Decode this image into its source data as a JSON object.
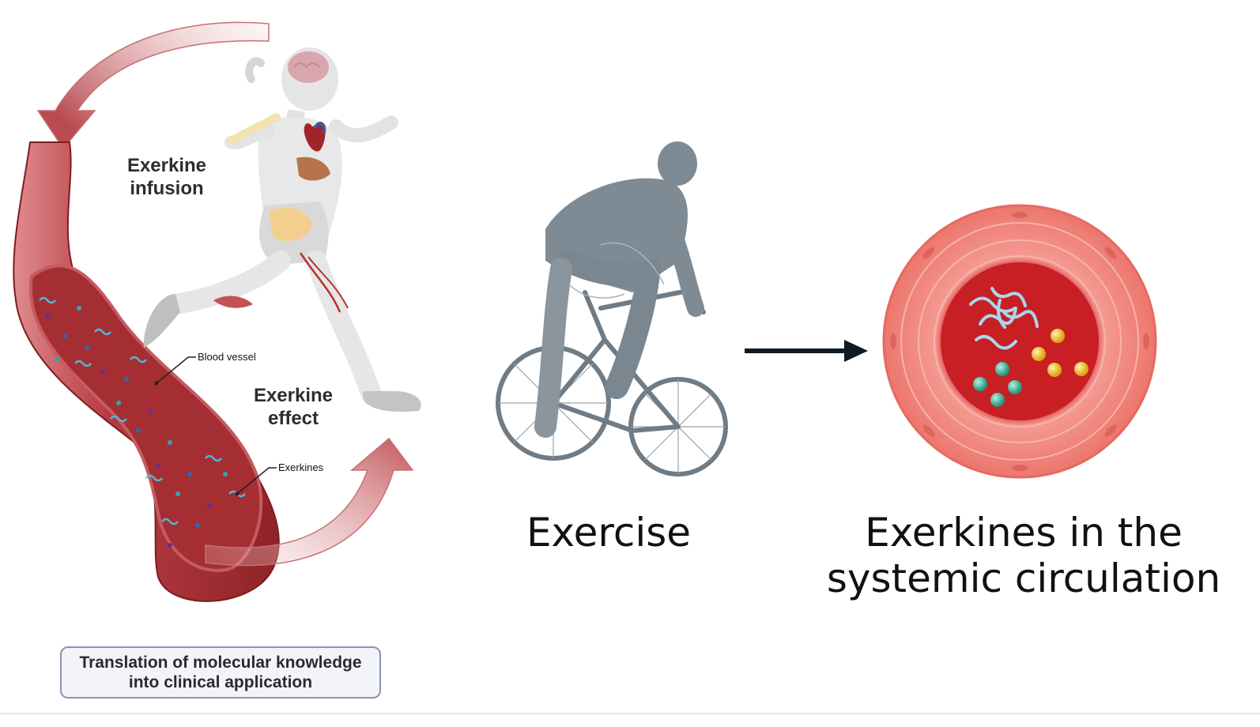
{
  "labels": {
    "exerkine_infusion": "Exerkine\ninfusion",
    "exerkine_effect": "Exerkine\neffect",
    "blood_vessel": "Blood vessel",
    "exerkines_callout": "Exerkines",
    "caption": "Translation of molecular knowledge into clinical application",
    "exercise": "Exercise",
    "circulation": "Exerkines in the\nsystemic circulation"
  },
  "colors": {
    "vessel_dark": "#9e2a2e",
    "vessel_mid": "#b9454a",
    "vessel_light": "#d9777a",
    "arrow": "#c2555a",
    "cyclist": "#7f8b94",
    "circle_outer": "#ef7c73",
    "circle_inner": "#c81f24",
    "molecule_teal": "#3ebfa2",
    "molecule_yellow": "#f1c232",
    "fiber_blue": "#a9d6ee"
  }
}
